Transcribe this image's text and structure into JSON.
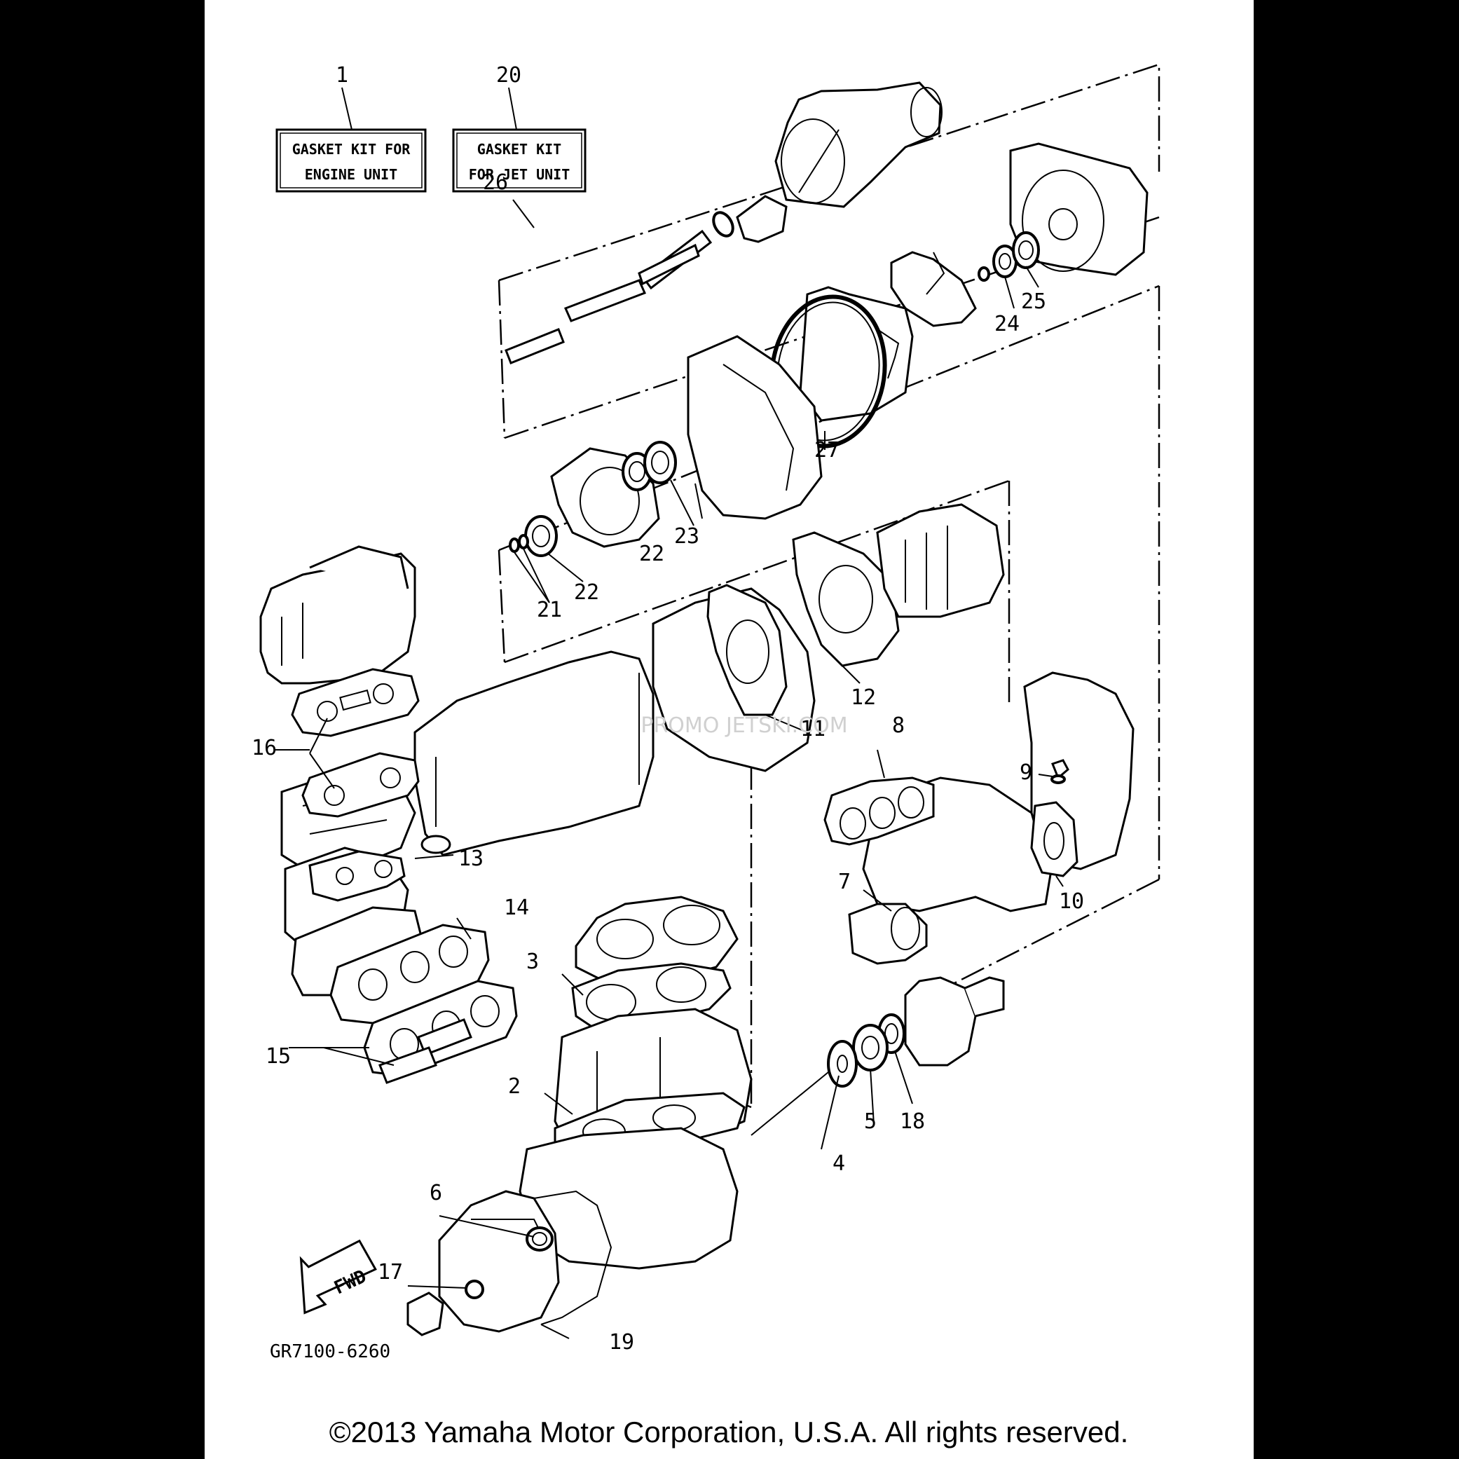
{
  "diagram_code": "GR7100-6260",
  "copyright": "©2013 Yamaha Motor Corporation, U.S.A. All rights reserved.",
  "watermark": "PROMO JETSKI.COM",
  "fwd_label": "FWD",
  "kits": [
    {
      "number": "1",
      "line1": "GASKET KIT FOR",
      "line2": "ENGINE UNIT"
    },
    {
      "number": "20",
      "line1": "GASKET KIT",
      "line2": "FOR JET UNIT"
    }
  ],
  "callouts": [
    "2",
    "3",
    "4",
    "5",
    "6",
    "7",
    "8",
    "9",
    "10",
    "11",
    "12",
    "13",
    "14",
    "15",
    "16",
    "17",
    "18",
    "19",
    "21",
    "22",
    "22",
    "23",
    "24",
    "25",
    "26",
    "27"
  ]
}
